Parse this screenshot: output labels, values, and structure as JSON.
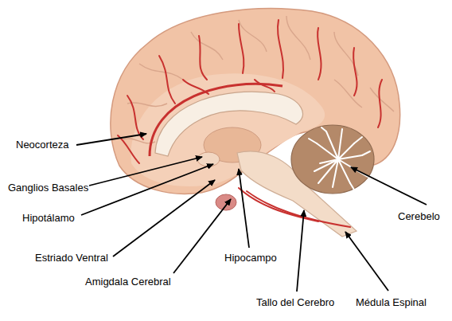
{
  "diagram": {
    "labels": [
      "Neocorteza",
      "Ganglios Basales",
      "Cerebelo",
      "Hipotálamo",
      "Estriado Ventral",
      "Hipocampo",
      "Amigdala Cerebral",
      "Tallo del Cerebro",
      "Médula Espinal"
    ]
  }
}
